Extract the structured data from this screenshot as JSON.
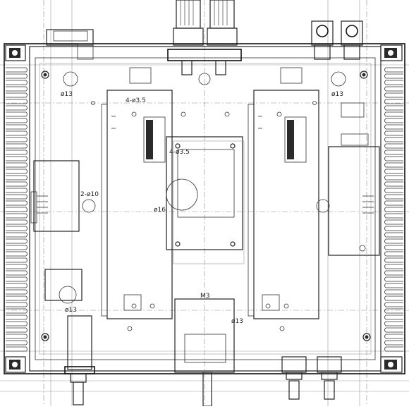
{
  "drawing": {
    "labels": {
      "hole_top_left": "ø13",
      "hole_top_right": "ø13",
      "mount_left": "4-ø3.5",
      "mount_center": "4-ø3.5",
      "hole_left": "2-ø10",
      "hole_center": "ø16",
      "hole_bottom_left": "ø13",
      "meter": "M3",
      "hole_bottom_center": "ø13"
    }
  }
}
